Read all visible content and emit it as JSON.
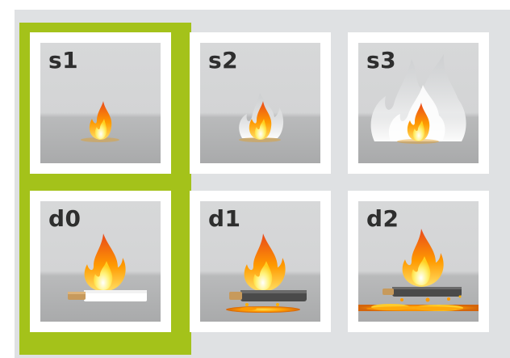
{
  "tiles": [
    {
      "label": "s1",
      "icon": "small-flame-icon"
    },
    {
      "label": "s2",
      "icon": "flame-light-smoke-icon"
    },
    {
      "label": "s3",
      "icon": "flame-heavy-smoke-icon"
    },
    {
      "label": "d0",
      "icon": "flame-no-droplets-icon"
    },
    {
      "label": "d1",
      "icon": "flame-few-droplets-icon"
    },
    {
      "label": "d2",
      "icon": "flame-many-droplets-icon"
    }
  ],
  "colors": {
    "highlight": "#a4c21a",
    "background": "#dfe1e3",
    "flame_outer": "#f39200",
    "flame_inner": "#ffd400"
  }
}
